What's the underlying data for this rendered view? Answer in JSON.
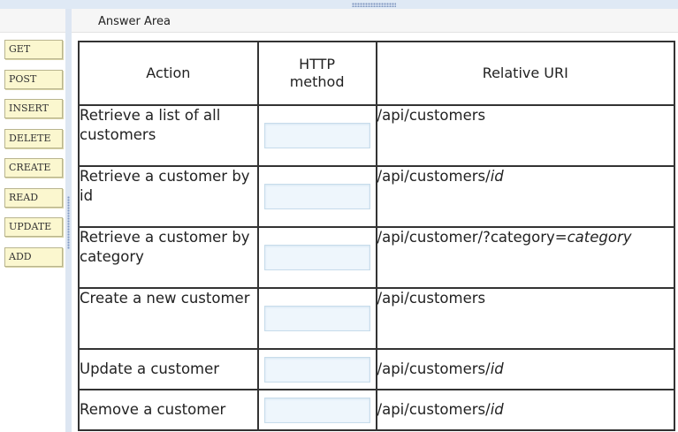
{
  "answer_area": {
    "title": "Answer Area"
  },
  "tiles": [
    {
      "label": "GET"
    },
    {
      "label": "POST"
    },
    {
      "label": "INSERT"
    },
    {
      "label": "DELETE"
    },
    {
      "label": "CREATE"
    },
    {
      "label": "READ"
    },
    {
      "label": "UPDATE"
    },
    {
      "label": "ADD"
    }
  ],
  "table": {
    "headers": {
      "action": "Action",
      "method_line1": "HTTP",
      "method_line2": "method",
      "uri": "Relative URI"
    },
    "rows": [
      {
        "action": "Retrieve a list of all customers",
        "uri_text": "/api/customers",
        "uri_var": ""
      },
      {
        "action": "Retrieve a customer by id",
        "uri_text": "/api/customers/",
        "uri_var": "id"
      },
      {
        "action": "Retrieve a customer by category",
        "uri_text": "/api/customer/?category=",
        "uri_var": "category"
      },
      {
        "action": "Create a new customer",
        "uri_text": "/api/customers",
        "uri_var": ""
      },
      {
        "action": "Update a customer",
        "uri_text": "/api/customers/",
        "uri_var": "id"
      },
      {
        "action": "Remove a customer",
        "uri_text": "/api/customers/",
        "uri_var": "id"
      }
    ]
  }
}
